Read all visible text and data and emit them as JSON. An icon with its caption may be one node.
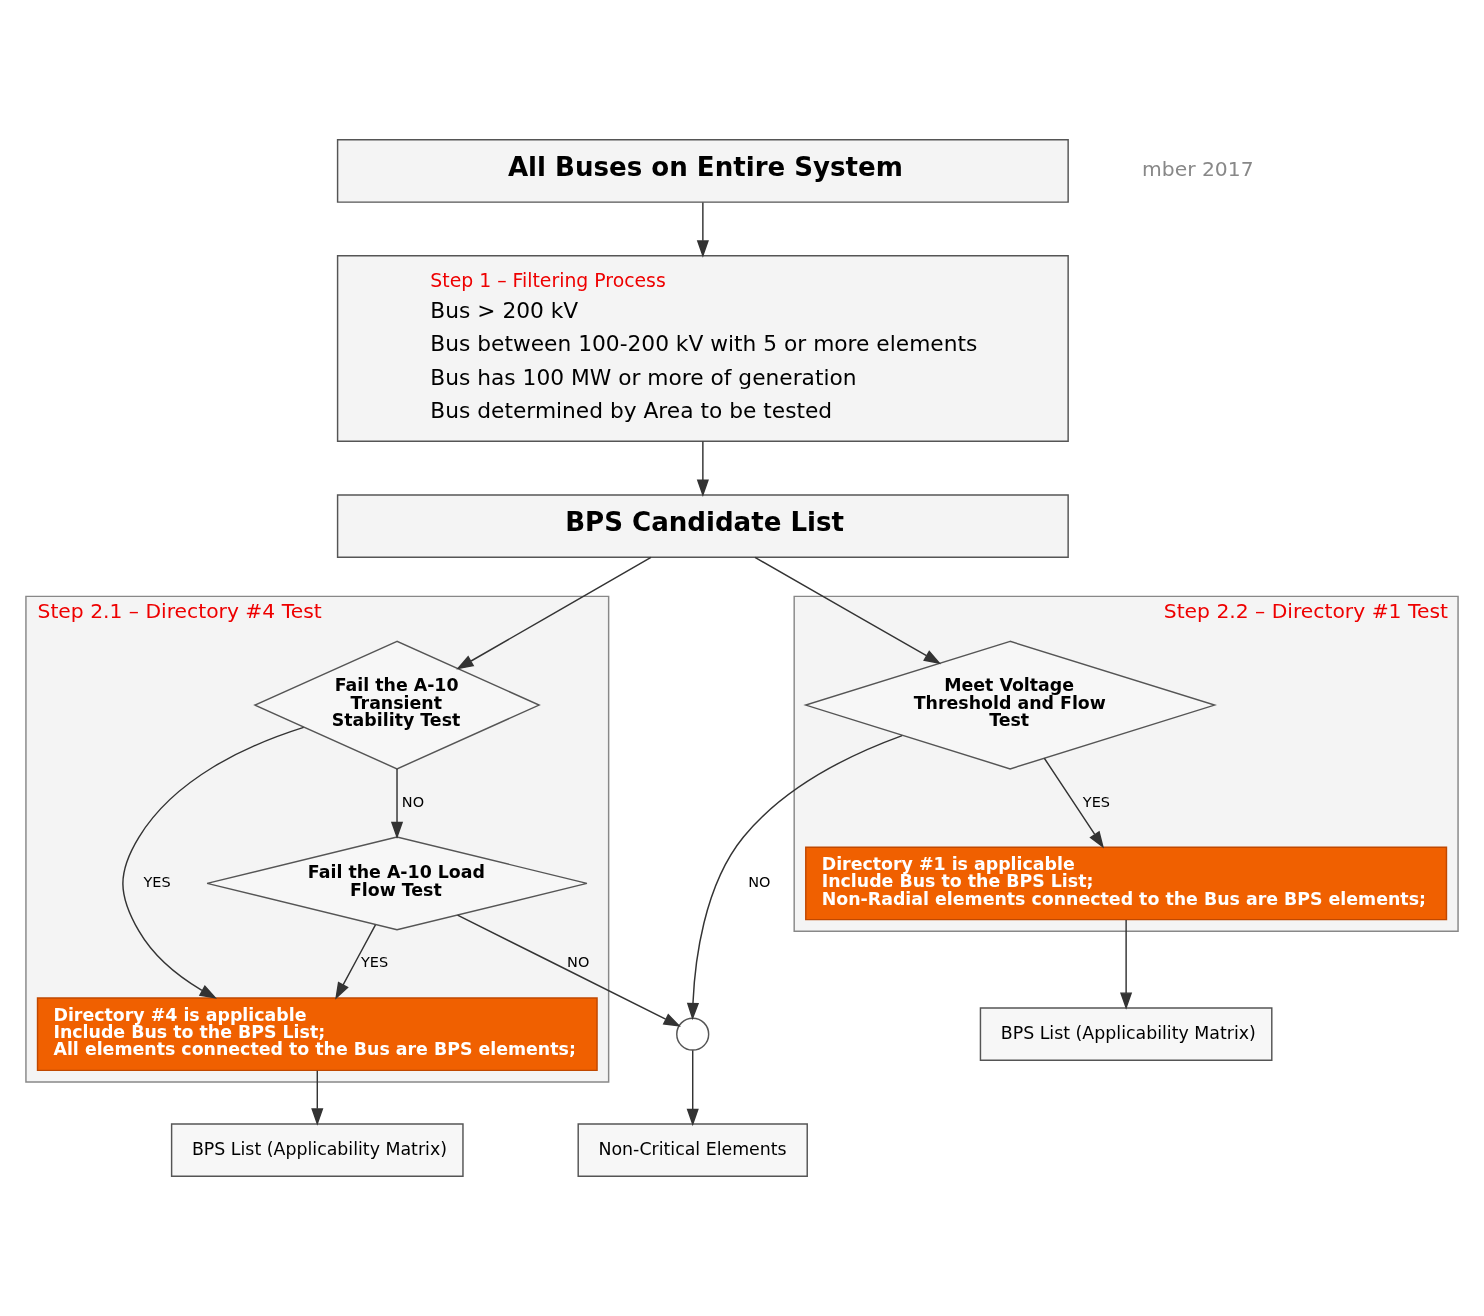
{
  "diagram": {
    "nodes": [
      {
        "text": [
          "All Buses on Entire System"
        ]
      },
      {
        "text": [
          "Step 1 – Filtering Process",
          "Bus > 200 kV",
          "Bus between 100-200 kV with 5 or more elements",
          "Bus has 100 MW or more of generation",
          "Bus determined by Area to be tested"
        ]
      },
      {
        "text": [
          "BPS Candidate List"
        ]
      },
      {
        "text": [
          "Step 2.1 – Directory #4 Test"
        ]
      },
      {
        "text": [
          "Fail the A-10 Transient Stability Test"
        ],
        "in": 3
      },
      {
        "text": [
          "Fail the A-10 Load Flow Test"
        ],
        "in": 3
      },
      {
        "text": [
          "Directory #4 is applicable",
          "Include Bus to the BPS List;",
          "All elements connected to the Bus are BPS elements;"
        ],
        "in": 3
      },
      {
        "text": [
          "Step 2.2 – Directory #1 Test"
        ]
      },
      {
        "text": [
          "Meet Voltage Threshold and Flow Test"
        ],
        "in": 7
      },
      {
        "text": [
          "Directory #1 is applicable",
          "Include Bus to the BPS List;",
          "Non-Radial elements connected to the Bus are BPS elements;"
        ],
        "in": 7
      },
      {
        "text": [],
        "shape": "circle"
      },
      {
        "text": [
          "BPS List (Applicability Matrix)"
        ]
      },
      {
        "text": [
          "Non-Critical Elements"
        ]
      },
      {
        "text": [
          "BPS List (Applicability Matrix)"
        ]
      }
    ],
    "edges": [
      {
        "from": 0,
        "to": 1,
        "arrow": "to"
      },
      {
        "from": 1,
        "to": 2,
        "arrow": "to"
      },
      {
        "from": 2,
        "to": 4,
        "arrow": "to"
      },
      {
        "from": 2,
        "to": 8,
        "arrow": "to"
      },
      {
        "from": 4,
        "to": 6,
        "arrow": "to",
        "label": "YES"
      },
      {
        "from": 4,
        "to": 5,
        "arrow": "to",
        "label": "NO"
      },
      {
        "from": 5,
        "to": 10,
        "arrow": "to",
        "label": "NO"
      },
      {
        "from": 5,
        "to": 6,
        "arrow": "to",
        "label": "YES"
      },
      {
        "from": 8,
        "to": 10,
        "arrow": "to",
        "label": "NO"
      },
      {
        "from": 8,
        "to": 9,
        "arrow": "to",
        "label": "YES"
      },
      {
        "from": 10,
        "to": 12,
        "arrow": "to"
      },
      {
        "from": 6,
        "to": 11,
        "arrow": "to"
      },
      {
        "from": 9,
        "to": 13,
        "arrow": "to"
      }
    ],
    "labels": [
      "mber 2017"
    ]
  }
}
